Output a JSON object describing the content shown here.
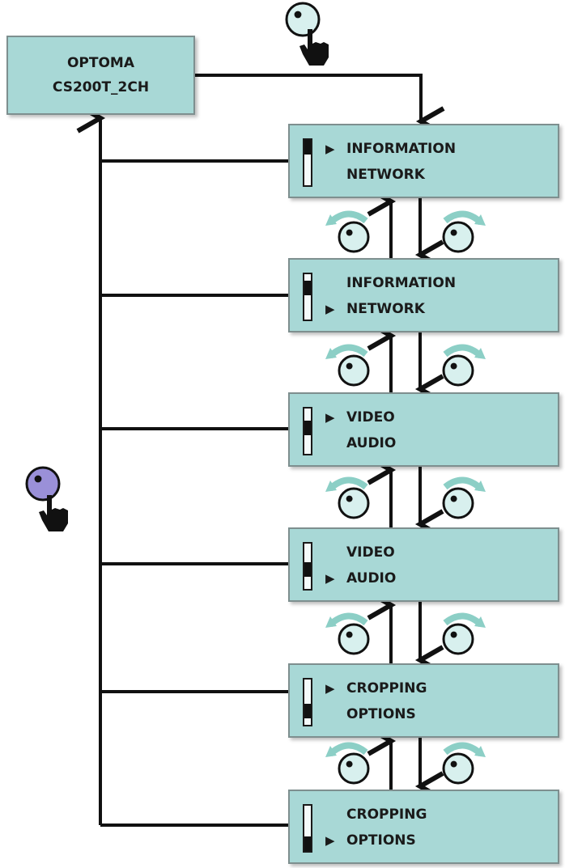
{
  "device": {
    "line1": "OPTOMA",
    "line2": "CS200T_2CH"
  },
  "screens": [
    {
      "line1": "INFORMATION",
      "line2": "NETWORK",
      "selected": 1,
      "scroll_position": 0.0
    },
    {
      "line1": "INFORMATION",
      "line2": "NETWORK",
      "selected": 2,
      "scroll_position": 0.2
    },
    {
      "line1": "VIDEO",
      "line2": "AUDIO",
      "selected": 1,
      "scroll_position": 0.4
    },
    {
      "line1": "VIDEO",
      "line2": "AUDIO",
      "selected": 2,
      "scroll_position": 0.6
    },
    {
      "line1": "CROPPING",
      "line2": "OPTIONS",
      "selected": 1,
      "scroll_position": 0.8
    },
    {
      "line1": "CROPPING",
      "line2": "OPTIONS",
      "selected": 2,
      "scroll_position": 1.0
    }
  ],
  "icons": {
    "press_enter": "knob-press-hand-icon",
    "press_back": "knob-press-hand-icon",
    "rotate_left": "knob-rotate-left-icon",
    "rotate_right": "knob-rotate-right-icon"
  },
  "colors": {
    "box_fill": "#a8d8d6",
    "box_border": "#7e8f8f",
    "knob_enter": "#d8f0ee",
    "knob_back": "#9a90d8",
    "rotate_arrow": "#8ccfc6",
    "line": "#111111"
  }
}
